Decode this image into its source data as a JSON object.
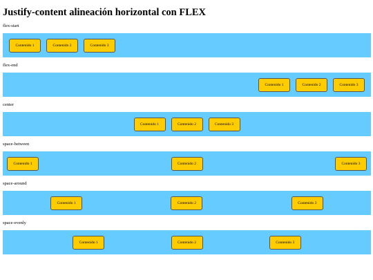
{
  "page": {
    "title": "Justify-content alineación horizontal con FLEX"
  },
  "colors": {
    "container_bg": "#66ccff",
    "box_bg": "#ffcc00",
    "box_border": "#555555"
  },
  "sections": [
    {
      "label": "flex-start",
      "justify": "flex-start",
      "items": [
        "Contenido 1",
        "Contenido 2",
        "Contenido 3"
      ]
    },
    {
      "label": "flex-end",
      "justify": "flex-end",
      "items": [
        "Contenido 1",
        "Contenido 2",
        "Contenido 3"
      ]
    },
    {
      "label": "center",
      "justify": "center",
      "items": [
        "Contenido 1",
        "Contenido 2",
        "Contenido 3"
      ]
    },
    {
      "label": "space-between",
      "justify": "space-between",
      "items": [
        "Contenido 1",
        "Contenido 2",
        "Contenido 3"
      ]
    },
    {
      "label": "space-around",
      "justify": "space-around",
      "items": [
        "Contenido 1",
        "Contenido 2",
        "Contenido 3"
      ]
    },
    {
      "label": "space-evenly",
      "justify": "space-evenly",
      "items": [
        "Contenido 1",
        "Contenido 2",
        "Contenido 3"
      ]
    }
  ]
}
